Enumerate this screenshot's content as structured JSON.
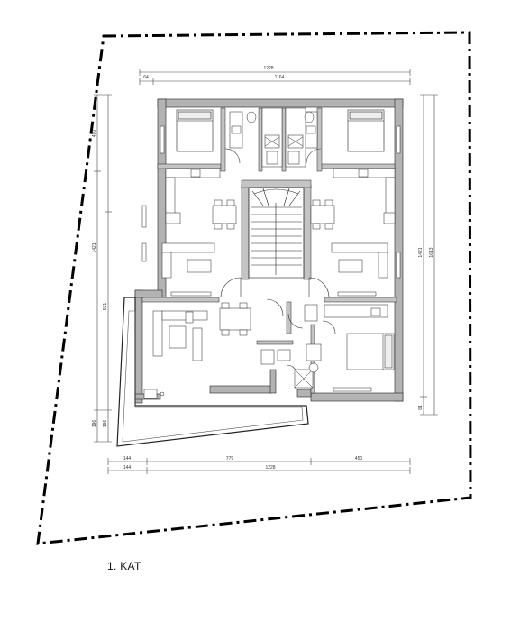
{
  "caption": "1. KAT",
  "dimensions": {
    "top_overall": "1228",
    "top_left": "64",
    "top_inner": "1164",
    "bottom_left_1": "144",
    "bottom_mid": "779",
    "bottom_right": "450",
    "bottom_left_2": "144",
    "bottom_overall": "1228",
    "left_1": "490",
    "left_2": "1421",
    "left_3": "931",
    "left_4": "196",
    "left_5": "196",
    "right_1": "1421",
    "right_2": "1613",
    "right_3": "81"
  }
}
